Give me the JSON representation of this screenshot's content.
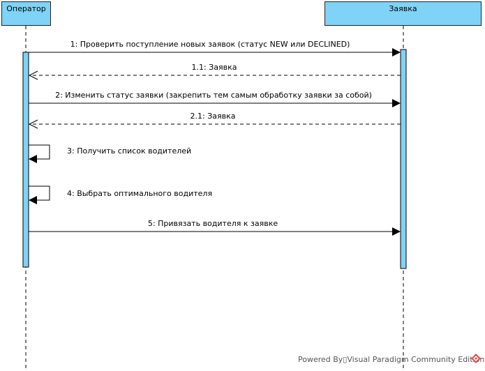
{
  "lifelines": {
    "operator": "Оператор",
    "request": "Заявка"
  },
  "messages": [
    {
      "id": "m1",
      "label": "1: Проверить поступление новых заявок (статус NEW или DECLINED)"
    },
    {
      "id": "m11",
      "label": "1.1: Заявка"
    },
    {
      "id": "m2",
      "label": "2: Изменить статус заявки (закрепить тем самым обработку заявки за собой)"
    },
    {
      "id": "m21",
      "label": "2.1: Заявка"
    },
    {
      "id": "m3",
      "label": "3: Получить список водителей"
    },
    {
      "id": "m4",
      "label": "4: Выбрать оптимального водителя"
    },
    {
      "id": "m5",
      "label": "5: Привязать водителя к заявке"
    }
  ],
  "footer": {
    "watermark": "Powered By▯Visual Paradigm Community Edition"
  },
  "colors": {
    "lifeline_fill": "#7fd3f6",
    "line": "#000000"
  },
  "icons": {
    "logo": "visual-paradigm-logo-icon"
  }
}
